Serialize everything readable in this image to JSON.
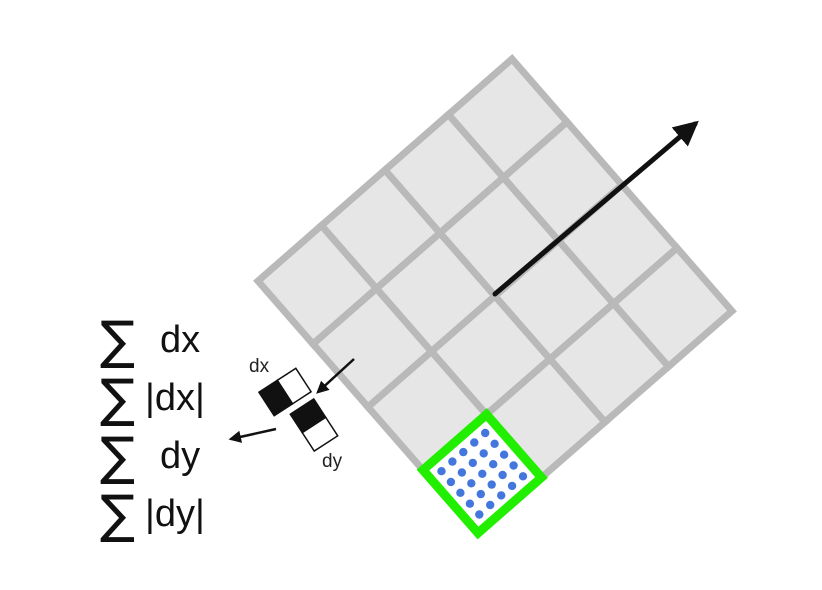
{
  "grid": {
    "rows": 4,
    "cols": 4,
    "highlighted_cell": {
      "row": 3,
      "col": 0
    },
    "sample_grid": 5,
    "colors": {
      "cell_fill": "#e6e6e6",
      "cell_border": "#b9b9b9",
      "highlight": "#22ee00",
      "sample_bg": "#ffffff",
      "sample_dot": "#4477dd"
    }
  },
  "orientation_arrow": {
    "color": "#111111"
  },
  "haar_filters": {
    "dx_label": "dx",
    "dy_label": "dy"
  },
  "formulas": [
    {
      "sigma": "∑",
      "text": "dx"
    },
    {
      "sigma": "∑",
      "text": "|dx|"
    },
    {
      "sigma": "∑",
      "text": "dy"
    },
    {
      "sigma": "∑",
      "text": "|dy|"
    }
  ]
}
